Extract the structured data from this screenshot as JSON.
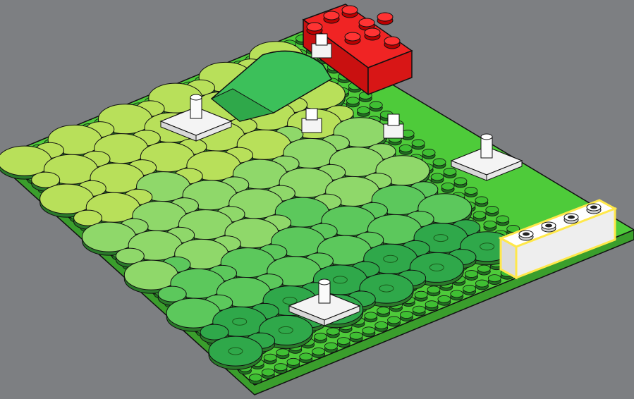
{
  "scene": {
    "description_visible_text": [],
    "colors": {
      "background": "#7d7f82",
      "baseplate_top": "#4ecb3a",
      "baseplate_side": "#3a9e2c",
      "outline": "#111111",
      "lime_tile": "#b8e05a",
      "light_green_tile": "#8fd86a",
      "medium_green_tile": "#5cc85c",
      "dark_green_tile": "#2fa84a",
      "red_brick": "#e81818",
      "white_part": "#f4f4f4",
      "highlight_outline": "#ffe84a"
    },
    "parts": [
      {
        "name": "baseplate",
        "color": "baseplate_top"
      },
      {
        "name": "red-brick-2x4",
        "color": "red_brick"
      },
      {
        "name": "white-brick-1x4",
        "color": "white_part",
        "highlighted": true
      },
      {
        "name": "green-slope",
        "color": "dark_green_tile"
      },
      {
        "name": "white-plate-with-bar",
        "color": "white_part",
        "count": 3
      },
      {
        "name": "white-clip",
        "color": "white_part",
        "count": 3
      },
      {
        "name": "round-tiles",
        "color": "mixed greens"
      }
    ]
  }
}
